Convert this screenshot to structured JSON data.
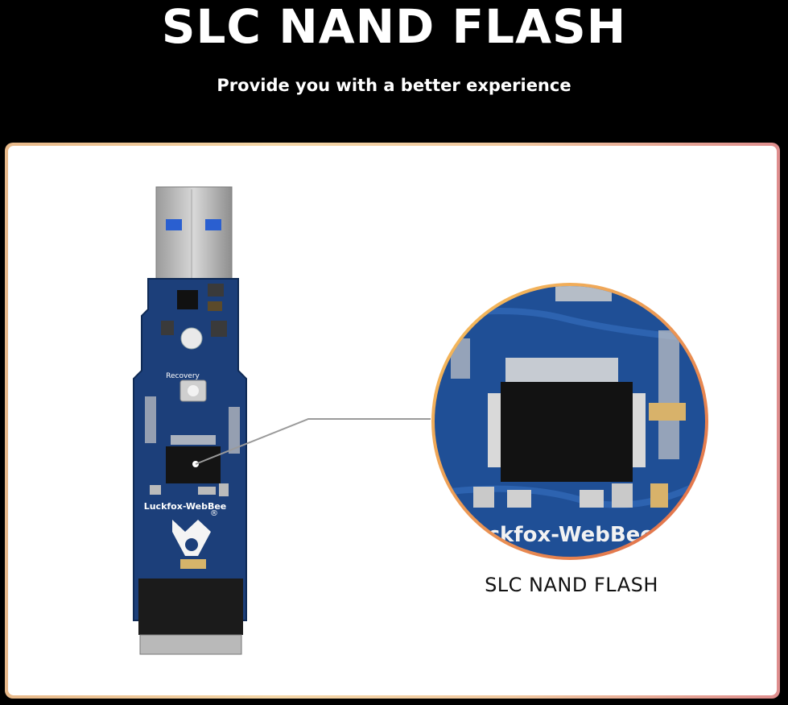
{
  "header": {
    "title": "SLC NAND FLASH",
    "subtitle": "Provide you with a better experience"
  },
  "board": {
    "label": "Luckfox-WebBee",
    "button_label": "Recovery",
    "logo_mark": "®",
    "zoom_label": "uckfox-WebBee"
  },
  "caption": "SLC NAND FLASH",
  "colors": {
    "pcb_blue": "#1c3f7a",
    "frame_gold": "#f4d6a6",
    "frame_red": "#df8e8e"
  }
}
